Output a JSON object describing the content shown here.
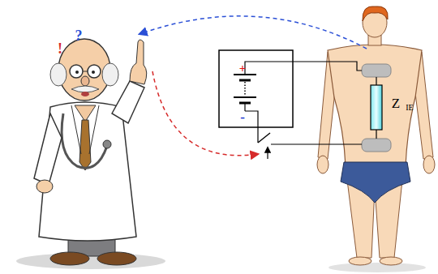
{
  "diagram": {
    "labels": [
      "?",
      "!",
      "+",
      "-",
      "Z",
      "IE"
    ]
  }
}
